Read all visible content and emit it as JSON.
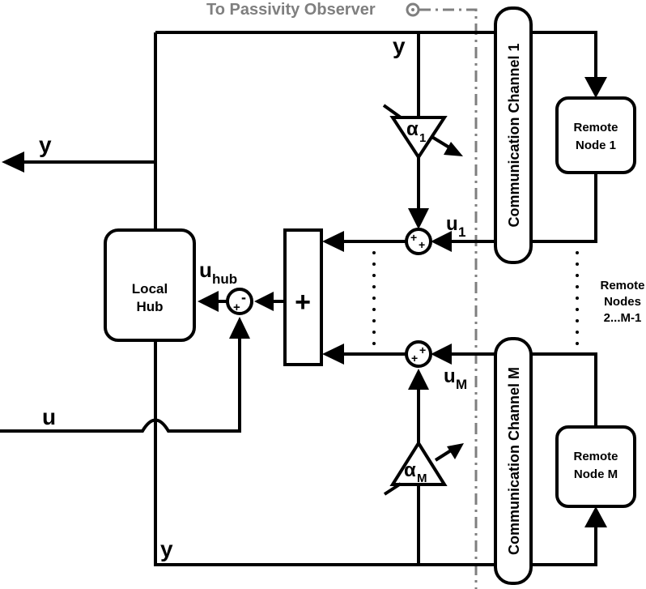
{
  "observer_label": "To Passivity Observer",
  "output_y": "y",
  "input_u": "u",
  "local_hub": {
    "line1": "Local",
    "line2": "Hub"
  },
  "summer_label": "+",
  "u_hub": {
    "base": "u",
    "sub": "hub"
  },
  "hub_junction_sign_left": "+",
  "hub_junction_sign_right": "-",
  "junction_top_signs": [
    "+",
    "+"
  ],
  "junction_bottom_signs": [
    "+",
    "+"
  ],
  "u1": {
    "base": "u",
    "sub": "1"
  },
  "uM": {
    "base": "u",
    "sub": "M"
  },
  "alpha1": {
    "base": "α",
    "sub": "1"
  },
  "alphaM": {
    "base": "α",
    "sub": "M"
  },
  "y_top": "y",
  "y_bottom": "y",
  "channel1": "Communication Channel 1",
  "channelM": "Communication Channel M",
  "remote1": {
    "line1": "Remote",
    "line2": "Node 1"
  },
  "remoteM": {
    "line1": "Remote",
    "line2": "Node M"
  },
  "remote_middle": {
    "line1": "Remote",
    "line2": "Nodes",
    "line3": "2...M-1"
  },
  "colors": {
    "line": "#000000",
    "observer": "#7f7f7f"
  }
}
